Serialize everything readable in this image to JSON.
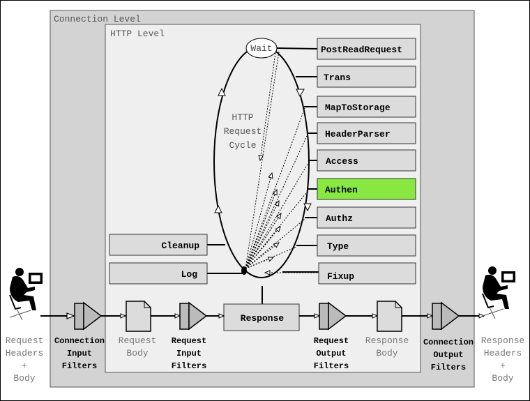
{
  "levels": {
    "connection": "Connection Level",
    "http": "HTTP Level"
  },
  "cycle": {
    "wait": "Wait",
    "label": [
      "HTTP",
      "Request",
      "Cycle"
    ]
  },
  "phases_right": [
    "PostReadRequest",
    "Trans",
    "MapToStorage",
    "HeaderParser",
    "Access",
    "Authen",
    "Authz",
    "Type",
    "Fixup"
  ],
  "phases_left": [
    "Cleanup",
    "Log"
  ],
  "response": "Response",
  "highlight_color": "#88e841",
  "flow": {
    "request_client": [
      "Request",
      "Headers",
      "+",
      "Body"
    ],
    "connection_input": [
      "Connection",
      "Input",
      "Filters"
    ],
    "request_body": [
      "Request",
      "Body"
    ],
    "request_input": [
      "Request",
      "Input",
      "Filters"
    ],
    "request_output": [
      "Request",
      "Output",
      "Filters"
    ],
    "response_body": [
      "Response",
      "Body"
    ],
    "connection_output": [
      "Connection",
      "Output",
      "Filters"
    ],
    "response_client": [
      "Response",
      "Headers",
      "+",
      "Body"
    ]
  }
}
